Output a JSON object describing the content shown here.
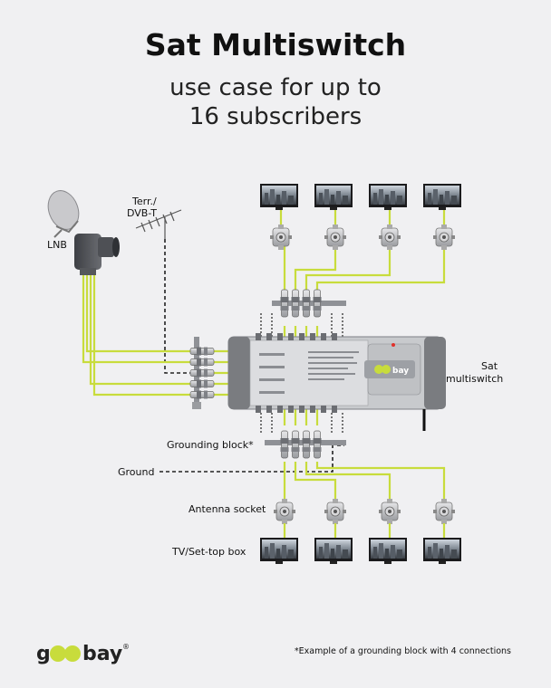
{
  "header": {
    "title": "Sat Multiswitch",
    "subtitle_line1": "use case for up to",
    "subtitle_line2": "16 subscribers"
  },
  "labels": {
    "lnb": "LNB",
    "terr_line1": "Terr./",
    "terr_line2": "DVB-T",
    "multiswitch_line1": "Sat",
    "multiswitch_line2": "multiswitch",
    "grounding_block": "Grounding block*",
    "ground": "Ground",
    "antenna_socket": "Antenna socket",
    "tv_settop": "TV/Set-top box"
  },
  "brand": {
    "logo_text_left": "g",
    "logo_text_right": "bay",
    "registered": "®",
    "accent_color": "#c8dc3c"
  },
  "footnote": "*Example of a grounding block with 4 connections",
  "colors": {
    "cable": "#c8dc3c",
    "background": "#f0f0f2",
    "ground_dash": "#222222"
  },
  "icons": [
    "satellite-dish-icon",
    "lnb-icon",
    "antenna-icon",
    "tv-icon",
    "antenna-socket-icon",
    "grounding-block-icon",
    "multiswitch-device"
  ]
}
